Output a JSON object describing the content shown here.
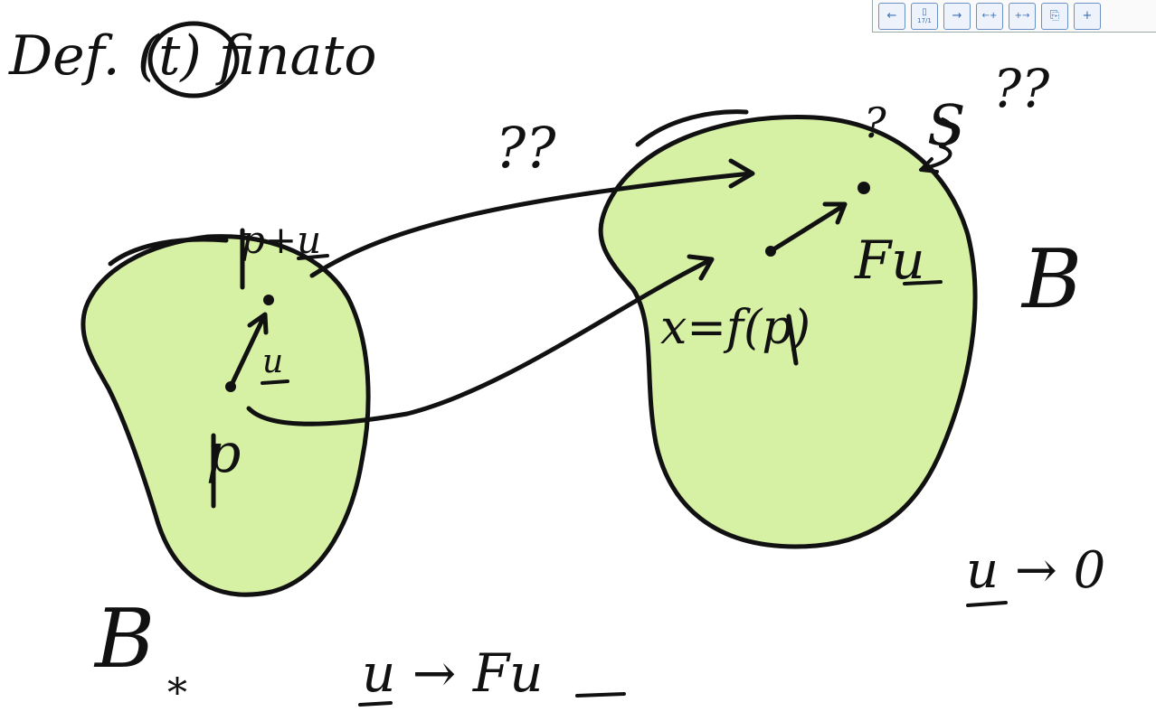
{
  "toolbar": {
    "page_indicator": "17/1",
    "buttons": [
      {
        "name": "prev-page-icon",
        "glyph": "←"
      },
      {
        "name": "page-icon",
        "glyph": "▯"
      },
      {
        "name": "next-page-icon",
        "glyph": "→"
      },
      {
        "name": "insert-left-icon",
        "glyph": "←+"
      },
      {
        "name": "insert-right-icon",
        "glyph": "+→"
      },
      {
        "name": "copy-page-icon",
        "glyph": "⎘"
      },
      {
        "name": "add-page-icon",
        "glyph": "+"
      }
    ]
  },
  "board": {
    "title": "Def. (t) finato",
    "title_circled": "t",
    "label_p_plus_u": "p+u",
    "label_u": "u",
    "label_p": "p",
    "label_B_star": "B",
    "label_star": "*",
    "label_x_eq_fp": "x=f(p)",
    "label_Fu": "Fu",
    "label_B": "B",
    "label_qq_left": "??",
    "label_q_mid": "?",
    "label_S": "S",
    "label_qq_right": "??",
    "label_mapping": "u → Fu",
    "label_limit": "u → 0",
    "colors": {
      "region_fill": "#d6f0a4",
      "ink": "#111111"
    }
  }
}
